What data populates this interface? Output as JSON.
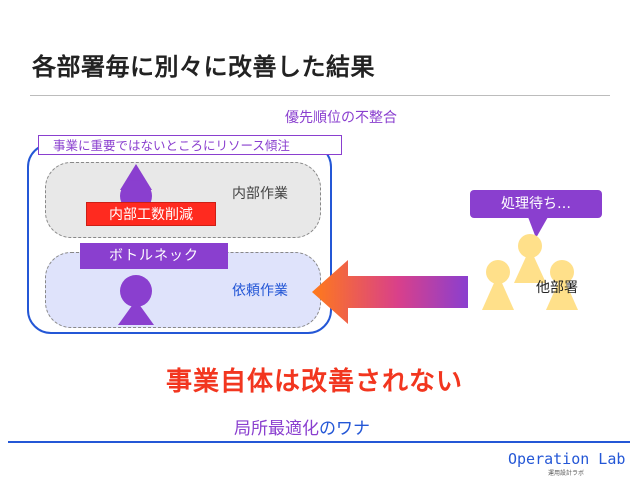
{
  "title": "各部署毎に別々に改善した結果",
  "priority_label": "優先順位の不整合",
  "note": "事業に重要ではないところにリソース傾注",
  "internal_work": "内部作業",
  "request_work": "依頼作業",
  "cut_label": "内部工数削減",
  "bottleneck": "ボトルネック",
  "waiting": "処理待ち…",
  "other_dept": "他部署",
  "conclusion": "事業自体は改善されない",
  "sub_part1": "局所最適化",
  "sub_part2": "のワナ",
  "brand": "Operation Lab",
  "brand_sub": "運用設計ラボ",
  "colors": {
    "accent_purple": "#8a3fcf",
    "accent_blue": "#2457d6",
    "alert_red": "#f2361f",
    "figure_yellow": "#ffe08a"
  }
}
